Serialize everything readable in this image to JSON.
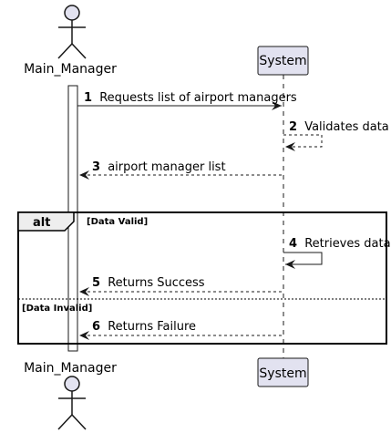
{
  "participants": {
    "actor": {
      "name": "Main_Manager",
      "icon": "stick-figure-icon"
    },
    "system": {
      "name": "System"
    }
  },
  "messages": [
    {
      "num": "1",
      "label": "Requests list of airport managers",
      "style": "solid"
    },
    {
      "num": "2",
      "label": "Validates data",
      "style": "dashed-self"
    },
    {
      "num": "3",
      "label": "airport manager list",
      "style": "dashed"
    },
    {
      "num": "4",
      "label": "Retrieves data",
      "style": "solid-self"
    },
    {
      "num": "5",
      "label": "Returns Success",
      "style": "dashed"
    },
    {
      "num": "6",
      "label": "Returns Failure",
      "style": "dashed"
    }
  ],
  "alt_frame": {
    "keyword": "alt",
    "guard_valid": "[Data Valid]",
    "guard_invalid": "[Data Invalid]"
  },
  "colors": {
    "participant_fill": "#e2e2f0",
    "participant_border": "#181818",
    "line": "#181818",
    "frame_header": "#eeeeee"
  }
}
